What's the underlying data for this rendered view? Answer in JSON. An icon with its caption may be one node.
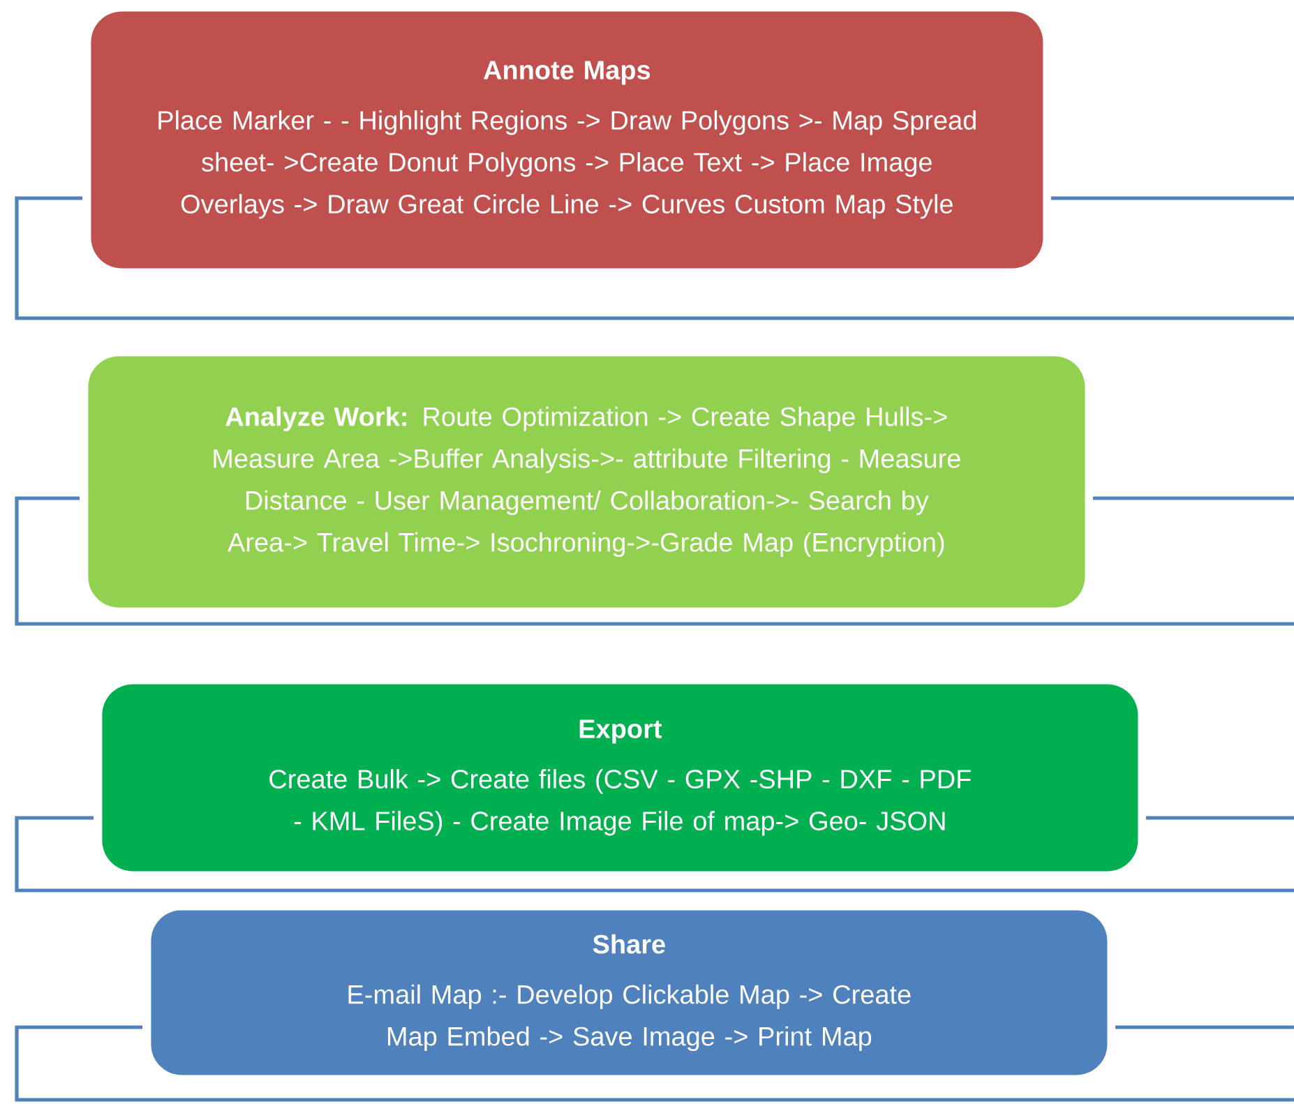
{
  "diagram": {
    "nodes": [
      {
        "text": [
          "Annote Maps",
          "Place Marker - - Highlight Regions -> Draw Polygons >- Map Spread sheet- >Create Donut Polygons -> Place Text -> Place Image Overlays -> Draw Great Circle Line -> Curves Custom Map Style"
        ]
      },
      {
        "text": [
          "**Analyze Work:** Route Optimization -> Create Shape Hulls-> Measure Area ->Buffer Analysis->- attribute Filtering - Measure Distance - User Management/ Collaboration->- Search by Area-> Travel Time-> Isochroning->-Grade Map (Encryption)"
        ]
      },
      {
        "text": [
          "Export",
          "Create Bulk -> Create files (CSV - GPX -SHP - DXF - PDF - KML FileS) - Create Image File of map-> Geo- JSON"
        ]
      },
      {
        "text": [
          "Share",
          "E-mail Map :- Develop Clickable Map -> Create Map Embed -> Save Image -> Print Map"
        ]
      }
    ]
  }
}
